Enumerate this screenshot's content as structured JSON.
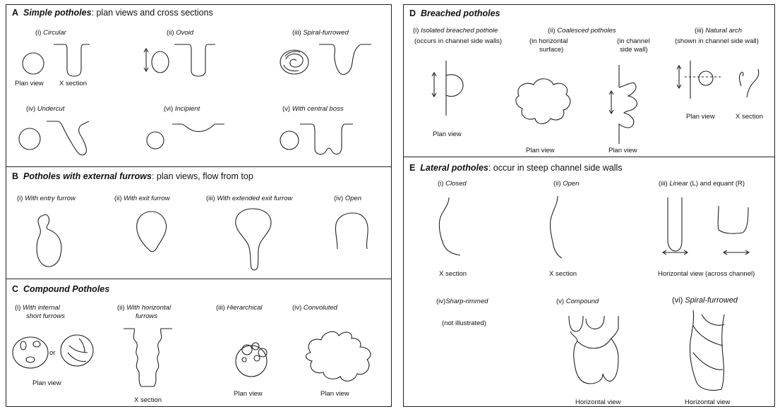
{
  "panels": {
    "A": {
      "letter": "A",
      "title": "Simple potholes",
      "rest": ": plan views and cross sections",
      "items": [
        {
          "num": "(i)",
          "name": "Circular"
        },
        {
          "num": "(ii)",
          "name": "Ovoid"
        },
        {
          "num": "(iii)",
          "name": "Spiral-furrowed"
        },
        {
          "num": "(iv)",
          "name": "Undercut"
        },
        {
          "num": "(vi)",
          "name": "Incipient"
        },
        {
          "num": "(v)",
          "name": "With central boss"
        }
      ],
      "plan_view": "Plan view",
      "x_section": "X section"
    },
    "B": {
      "letter": "B",
      "title": "Potholes with external furrows",
      "rest": ": plan views, flow from top",
      "items": [
        {
          "num": "(i)",
          "name": "With  entry furrow"
        },
        {
          "num": "(ii)",
          "name": "With exit furrow"
        },
        {
          "num": "(iii)",
          "name": "With extended exit furrow"
        },
        {
          "num": "(iv)",
          "name": "Open"
        }
      ]
    },
    "C": {
      "letter": "C",
      "title": "Compound Potholes",
      "items": [
        {
          "num": "(i)",
          "name_line1": "With internal",
          "name_line2": "short furrows"
        },
        {
          "num": "(ii)",
          "name_line1": "With horizontal",
          "name_line2": "furrows"
        },
        {
          "num": "(iii)",
          "name": "Hierarchical"
        },
        {
          "num": "(iv)",
          "name": "Convoluted"
        }
      ],
      "or": "or",
      "plan_view": "Plan view",
      "x_section": "X section"
    },
    "D": {
      "letter": "D",
      "title": "Breached potholes",
      "items": [
        {
          "num": "(i)",
          "name": "Isolated breached pothole",
          "note": "(occurs in channel side walls)"
        },
        {
          "num": "(ii)",
          "name": "Coalesced potholes",
          "note_a1": "(in horizontal",
          "note_a2": "surface)",
          "note_b1": "(in channel",
          "note_b2": "side wall)"
        },
        {
          "num": "(iii)",
          "name": "Natural arch",
          "note": "(shown in channel side wall)"
        }
      ],
      "plan_view": "Plan view",
      "x_section": "X section"
    },
    "E": {
      "letter": "E",
      "title": "Lateral potholes",
      "rest": ": occur in steep channel side walls",
      "items": [
        {
          "num": "(i)",
          "name": "Closed"
        },
        {
          "num": "(ii)",
          "name": "Open"
        },
        {
          "num": "(iii)",
          "name_a": "Linear",
          "mid_a": " (L) and ",
          "name_b": "equant",
          "mid_b": " (R)"
        },
        {
          "num": "(iv)",
          "name": "Sharp-rimmed"
        },
        {
          "num": "(v)",
          "name": "Compound"
        },
        {
          "num": "(vi)",
          "name": "Spiral-furrowed"
        }
      ],
      "not_illustrated": "(not illustrated)",
      "x_section": "X section",
      "horizontal_view_across": "Horizontal view (across channel)",
      "horizontal_view": "Horizontal view"
    }
  }
}
